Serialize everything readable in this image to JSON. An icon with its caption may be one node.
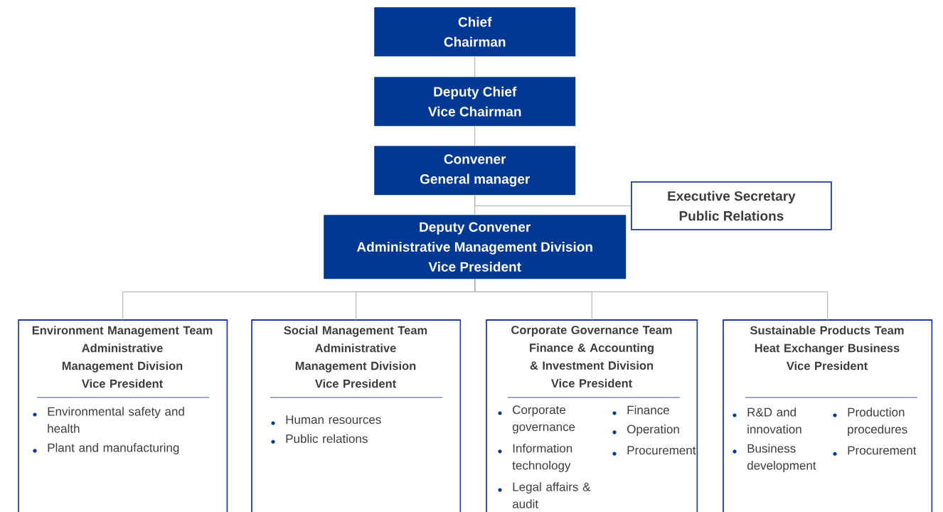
{
  "diagram": {
    "nodes": [
      {
        "text": [
          "Chief",
          "Chairman"
        ]
      },
      {
        "text": [
          "Deputy Chief",
          "Vice Chairman"
        ]
      },
      {
        "text": [
          "Convener",
          "General manager"
        ]
      },
      {
        "text": [
          "Executive Secretary",
          "Public Relations"
        ]
      },
      {
        "text": [
          "Deputy Convener",
          "Administrative Management Division",
          "Vice President"
        ]
      },
      {
        "text": [
          "Environment Management Team",
          "Administrative Management Division",
          "Vice President",
          "Environmental safety and health",
          "Plant and manufacturing"
        ]
      },
      {
        "text": [
          "Social Management Team",
          "Administrative Management Division",
          "Vice President",
          "Human resources",
          "Public relations"
        ]
      },
      {
        "text": [
          "Corporate Governance Team",
          "Finance & Accounting & Investment Division",
          "Vice President",
          "Corporate governance",
          "Information technology",
          "Legal affairs & audit",
          "Finance",
          "Operation",
          "Procurement"
        ]
      },
      {
        "text": [
          "Sustainable Products Team",
          "Heat Exchanger Business",
          "Vice President",
          "R&D and innovation",
          "Business development",
          "Production procedures",
          "Procurement"
        ]
      }
    ],
    "edges": [
      {
        "from": 0,
        "to": 1,
        "arrow": "none"
      },
      {
        "from": 1,
        "to": 2,
        "arrow": "none"
      },
      {
        "from": 2,
        "to": 4,
        "arrow": "none"
      },
      {
        "from": 2,
        "to": 3,
        "arrow": "none"
      },
      {
        "from": 4,
        "to": 5,
        "arrow": "none"
      },
      {
        "from": 4,
        "to": 6,
        "arrow": "none"
      },
      {
        "from": 4,
        "to": 7,
        "arrow": "none"
      },
      {
        "from": 4,
        "to": 8,
        "arrow": "none"
      }
    ]
  }
}
